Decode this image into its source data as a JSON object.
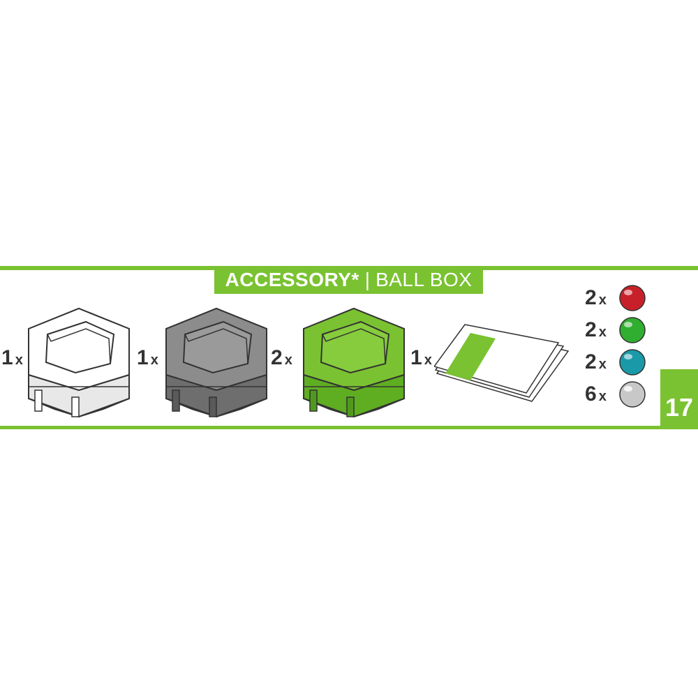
{
  "header": {
    "title_bold": "ACCESSORY*",
    "separator": "|",
    "title_light": "BALL BOX"
  },
  "colors": {
    "accent_green": "#7ac231",
    "block_white": "#ffffff",
    "block_gray": "#8c8c8c",
    "block_green": "#7ac231"
  },
  "pieces": [
    {
      "qty": "1",
      "unit": "x",
      "name": "white hexagon base"
    },
    {
      "qty": "1",
      "unit": "x",
      "name": "gray hexagon base"
    },
    {
      "qty": "2",
      "unit": "x",
      "name": "green hexagon base"
    },
    {
      "qty": "1",
      "unit": "x",
      "name": "instruction leaflet"
    }
  ],
  "balls": [
    {
      "qty": "2",
      "unit": "x",
      "color": "#c8202a"
    },
    {
      "qty": "2",
      "unit": "x",
      "color": "#2fae2f"
    },
    {
      "qty": "2",
      "unit": "x",
      "color": "#1a9aa8"
    },
    {
      "qty": "6",
      "unit": "x",
      "color": "#c8c8c8"
    }
  ],
  "page_number": "17"
}
